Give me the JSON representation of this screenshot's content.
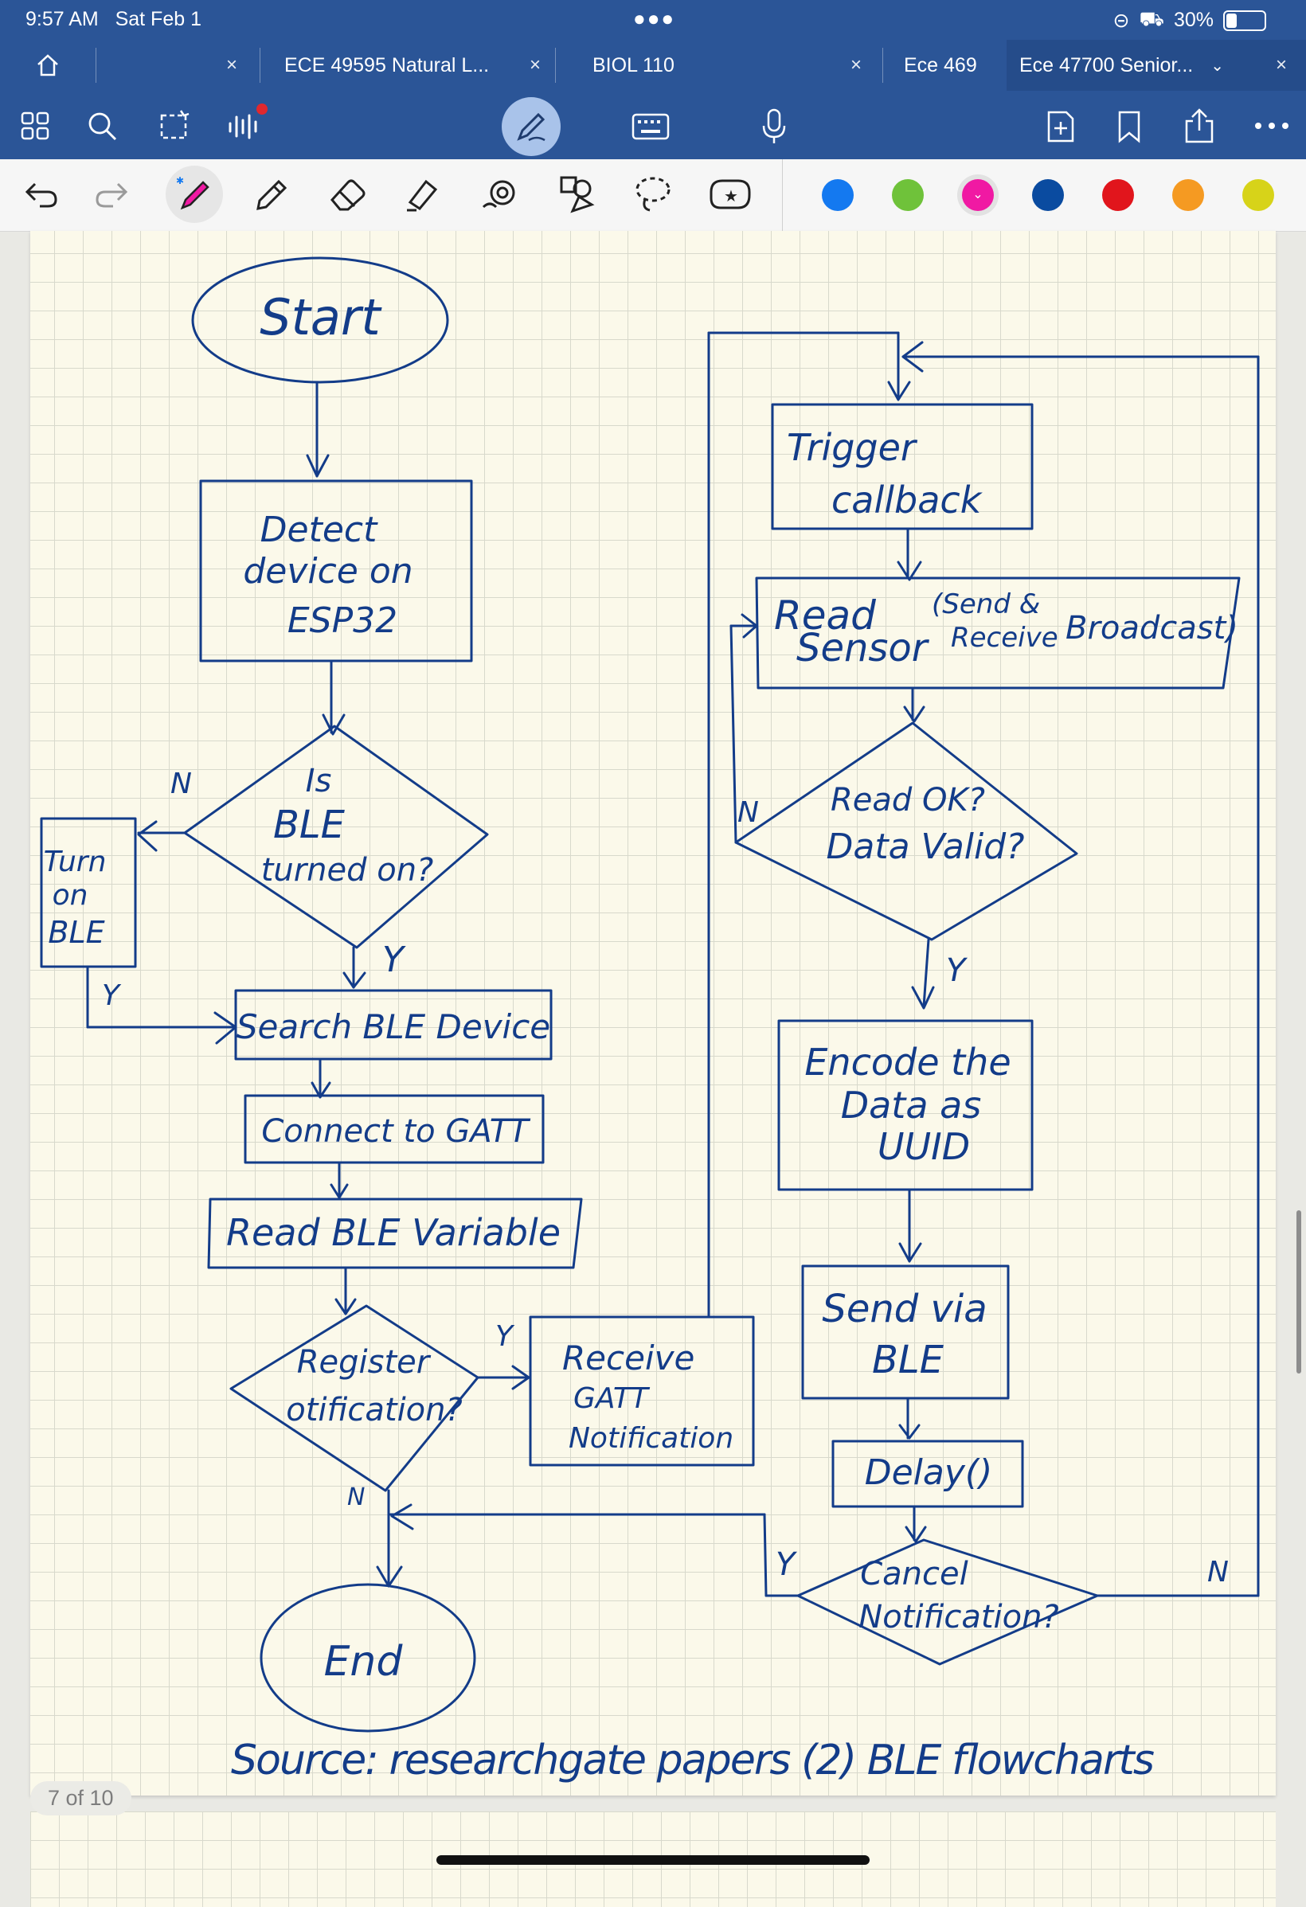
{
  "status_bar": {
    "time": "9:57 AM",
    "date": "Sat Feb 1",
    "battery": "30%"
  },
  "tabs": [
    {
      "label": "",
      "close": "×"
    },
    {
      "label": "ECE 49595 Natural L...",
      "close": "×"
    },
    {
      "label": "BIOL 110",
      "close": "×"
    },
    {
      "label": "Ece 469",
      "close": ""
    },
    {
      "label": "Ece 47700 Senior...",
      "close": "×"
    }
  ],
  "toolbar_icons": [
    "home-icon",
    "grid-icon",
    "search-icon",
    "select-icon",
    "audio-icon",
    "pen-mode-icon",
    "keyboard-icon",
    "microphone-icon",
    "add-page-icon",
    "bookmark-icon",
    "share-icon",
    "more-icon"
  ],
  "tool_icons": [
    "undo-icon",
    "redo-icon",
    "ballpoint-pen-icon",
    "pencil-icon",
    "eraser-icon",
    "highlighter-icon",
    "shape-tool-icon",
    "elements-icon",
    "lasso-icon",
    "sticker-icon"
  ],
  "colors": {
    "topbar": "#2b5597",
    "ink": "#133c89",
    "palette": [
      "#1479f0",
      "#6fc23a",
      "#f019a3",
      "#0a4ba0",
      "#e1151c",
      "#f59a22",
      "#d7d319"
    ]
  },
  "flowchart": {
    "start": "Start",
    "detect": [
      "Detect",
      "device on",
      "ESP32"
    ],
    "ble_question": [
      "Is",
      "BLE",
      "turned on?"
    ],
    "turn_on": [
      "Turn",
      "on",
      "BLE"
    ],
    "n1": "N",
    "y1": "Y",
    "y2": "Y",
    "search": "Search BLE Device",
    "connect": "Connect to GATT",
    "read_var": "Read BLE Variable",
    "register": [
      "Register",
      "otification?"
    ],
    "y3": "Y",
    "n3": "N",
    "receive": [
      "Receive",
      "GATT",
      "Notification"
    ],
    "end": "End",
    "trigger": [
      "Trigger",
      "callback"
    ],
    "read_sensor": [
      "Read",
      "Sensor",
      "(Send &",
      "Receive",
      "Broadcast)"
    ],
    "read_ok": [
      "Read OK?",
      "Data Valid?"
    ],
    "n4": "N",
    "y4": "Y",
    "encode": [
      "Encode the",
      "Data as",
      "UUID"
    ],
    "send": [
      "Send via",
      "BLE"
    ],
    "delay": "Delay()",
    "cancel": [
      "Cancel",
      "Notification?"
    ],
    "y5": "Y",
    "n5": "N",
    "source": "Source: researchgate papers (2) BLE flowcharts"
  },
  "page_indicator": "7 of 10"
}
